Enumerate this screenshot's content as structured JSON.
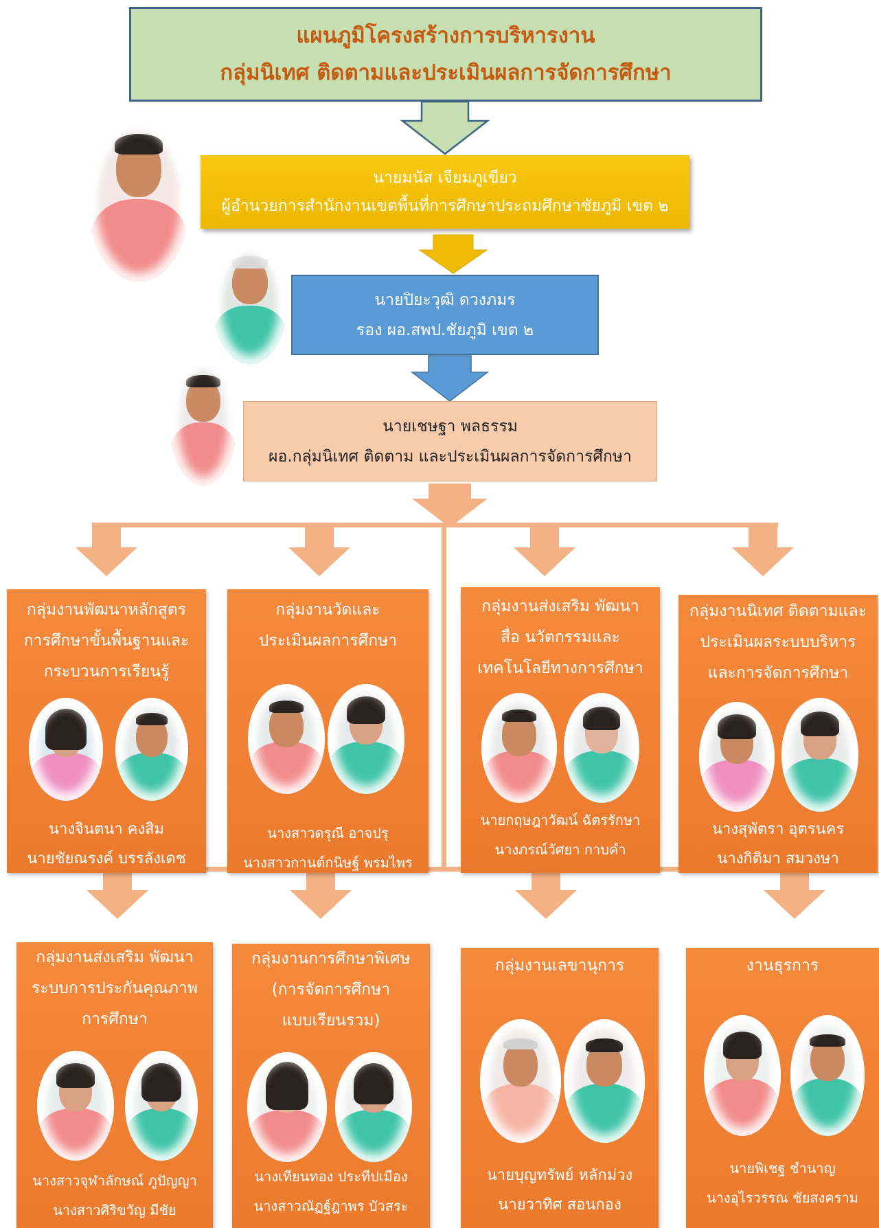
{
  "title": {
    "line1": "แผนภูมิโครงสร้างการบริหารงาน",
    "line2": "กลุ่มนิเทศ ติดตามและประเมินผลการจัดการศึกษา"
  },
  "director": {
    "name": "นายมนัส   เจียมภูเขียว",
    "position": "ผู้อำนวยการสำนักงานเขตพื้นที่การศึกษาประถมศึกษาชัยภูมิ เขต ๒"
  },
  "deputy": {
    "name": "นายปิยะวุฒิ   ดวงภมร",
    "position": "รอง ผอ.สพป.ชัยภูมิ เขต ๒"
  },
  "head": {
    "name": "นายเชษฐา   พลธรรม",
    "position": "ผอ.กลุ่มนิเทศ ติดตาม และประเมินผลการจัดการศึกษา"
  },
  "groups": [
    {
      "title": [
        "กลุ่มงานพัฒนาหลักสูตร",
        "การศึกษาขั้นพื้นฐานและ",
        "กระบวนการเรียนรู้"
      ],
      "names": [
        "นางจินตนา   คงสิม",
        "นายชัยณรงค์   บรรลังเดช"
      ]
    },
    {
      "title": [
        "กลุ่มงานวัดและ",
        "ประเมินผลการศึกษา"
      ],
      "names": [
        "นางสาวดรุณี   อาจปรุ",
        "นางสาวกานต์กนิษฐ์   พรมไพร"
      ]
    },
    {
      "title": [
        "กลุ่มงานส่งเสริม พัฒนา",
        "สื่อ นวัตกรรมและ",
        "เทคโนโลยีทางการศึกษา"
      ],
      "names": [
        "นายกฤษฎาวัฒน์   ฉัตรรักษา",
        "นางภรณ์วัศยา   กาบคำ"
      ]
    },
    {
      "title": [
        "กลุ่มงานนิเทศ ติดตามและ",
        "ประเมินผลระบบบริหาร",
        "และการจัดการศึกษา"
      ],
      "names": [
        "นางสุพัตรา    อุตรนคร",
        "นางกิติมา   สมวงษา"
      ]
    },
    {
      "title": [
        "กลุ่มงานส่งเสริม พัฒนา",
        "ระบบการประกันคุณภาพ",
        "การศึกษา"
      ],
      "names": [
        "นางสาวจุฬาลักษณ์   ภูปัญญา",
        "นางสาวศิริขวัญ   มีชัย"
      ]
    },
    {
      "title": [
        "กลุ่มงานการศึกษาพิเศษ",
        "(การจัดการศึกษา",
        "แบบเรียนรวม)"
      ],
      "names": [
        "นางเทียนทอง   ประทีปเมือง",
        "นางสาวณัฏฐ์ฎาพร   บัวสระ"
      ]
    },
    {
      "title": [
        "กลุ่มงานเลขานุการ"
      ],
      "names": [
        "นายบุญทรัพย์   หลักม่วง",
        "นายวาทิศ   สอนกอง"
      ]
    },
    {
      "title": [
        "งานธุรการ"
      ],
      "names": [
        "นายพิเชฐ   ชำนาญ",
        "นางอุไรวรรณ   ชัยสงคราม"
      ]
    }
  ],
  "colors": {
    "title_bg": "#c6deb0",
    "title_text": "#c55a11",
    "director_bg": "#f5c108",
    "deputy_bg": "#5b9bd5",
    "head_bg": "#f8cbad",
    "group_bg": "#f08535",
    "connector": "#f4b183"
  }
}
